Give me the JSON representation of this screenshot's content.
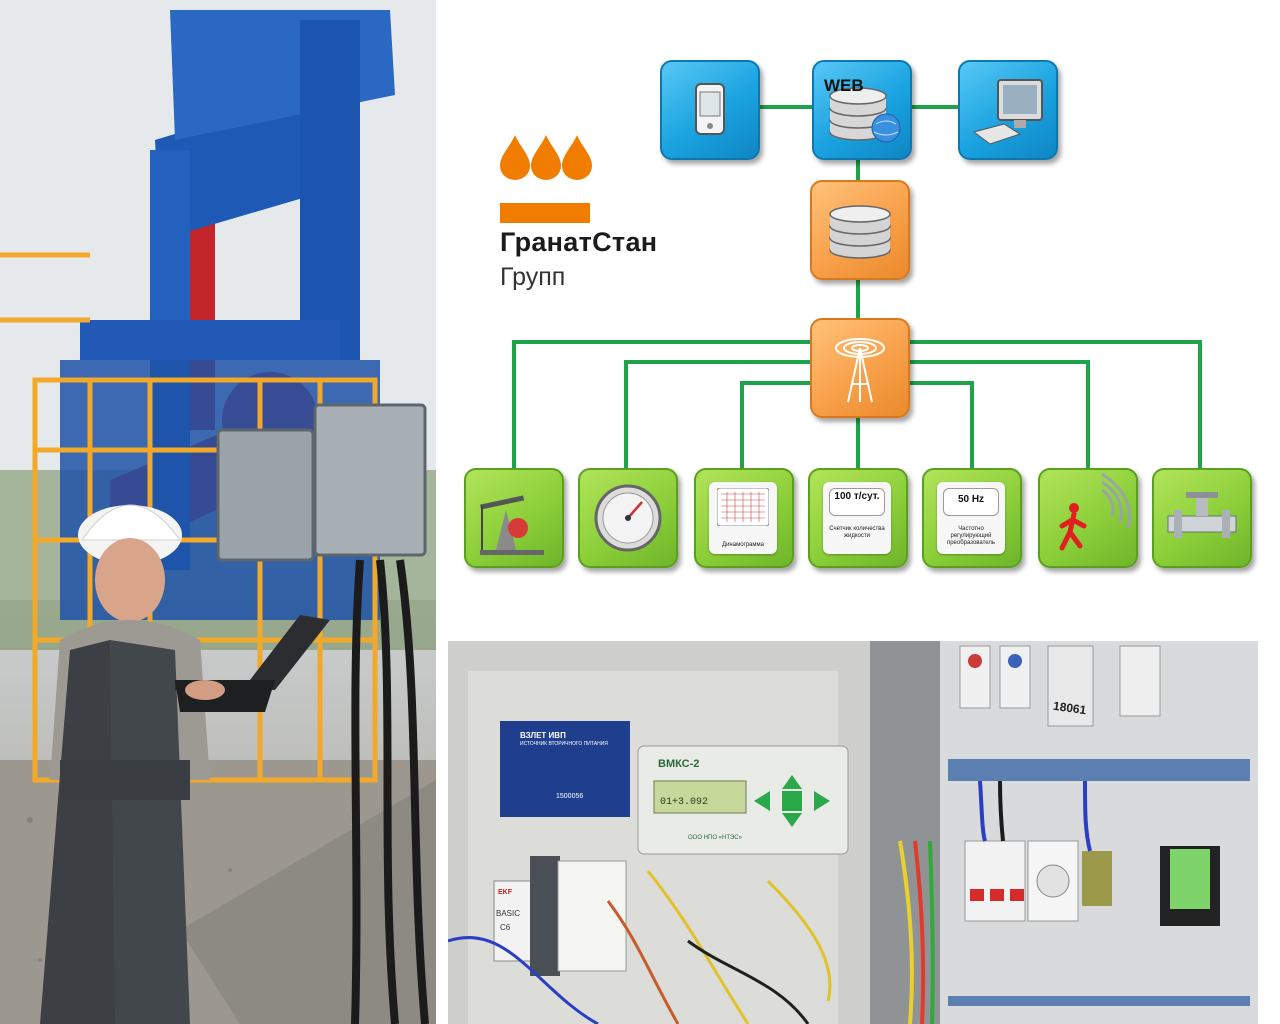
{
  "logo": {
    "name": "ГранатСтан",
    "sub": "Групп",
    "color": "#f07d00"
  },
  "diagram": {
    "web_label": "WEB",
    "colors": {
      "line": "#1ea34b",
      "client": "#1aa3e0",
      "server": "#f8a04a",
      "device": "#8ccf3a"
    },
    "top_nodes": [
      {
        "icon": "mobile-device-icon"
      },
      {
        "icon": "web-server-icon"
      },
      {
        "icon": "desktop-computer-icon"
      }
    ],
    "server_node": {
      "icon": "database-icon"
    },
    "hub_node": {
      "icon": "radio-tower-icon"
    },
    "devices": [
      {
        "icon": "pumpjack-icon"
      },
      {
        "icon": "pressure-gauge-icon"
      },
      {
        "icon": "dynamogram-icon",
        "caption": "Динамограмма"
      },
      {
        "icon": "flow-counter-icon",
        "value": "100 т/сут.",
        "caption": "Счетчик количества жидкости"
      },
      {
        "icon": "frequency-icon",
        "value": "50 Hz",
        "caption": "Частотно регулирующий преобразователь"
      },
      {
        "icon": "motion-sensor-icon"
      },
      {
        "icon": "valve-icon"
      }
    ]
  },
  "photos": {
    "left": {
      "icon": "worker-laptop-pumpjack-photo"
    },
    "cabinet1": {
      "icon": "control-cabinet-photo",
      "psu_title": "ВЗЛЕТ ИВП",
      "psu_sub": "ИСТОЧНИК ВТОРИЧНОГО ПИТАНИЯ",
      "psu_serial": "1500056",
      "controller": "ВМКС-2",
      "controller_lcd": "01+3.092",
      "controller_maker": "ООО НПО «НТЭС»",
      "breaker_brand": "EKF",
      "breaker_label": "BASIC",
      "breaker_rating": "C6"
    },
    "cabinet2": {
      "icon": "terminal-cabinet-photo",
      "tag": "18061"
    }
  }
}
